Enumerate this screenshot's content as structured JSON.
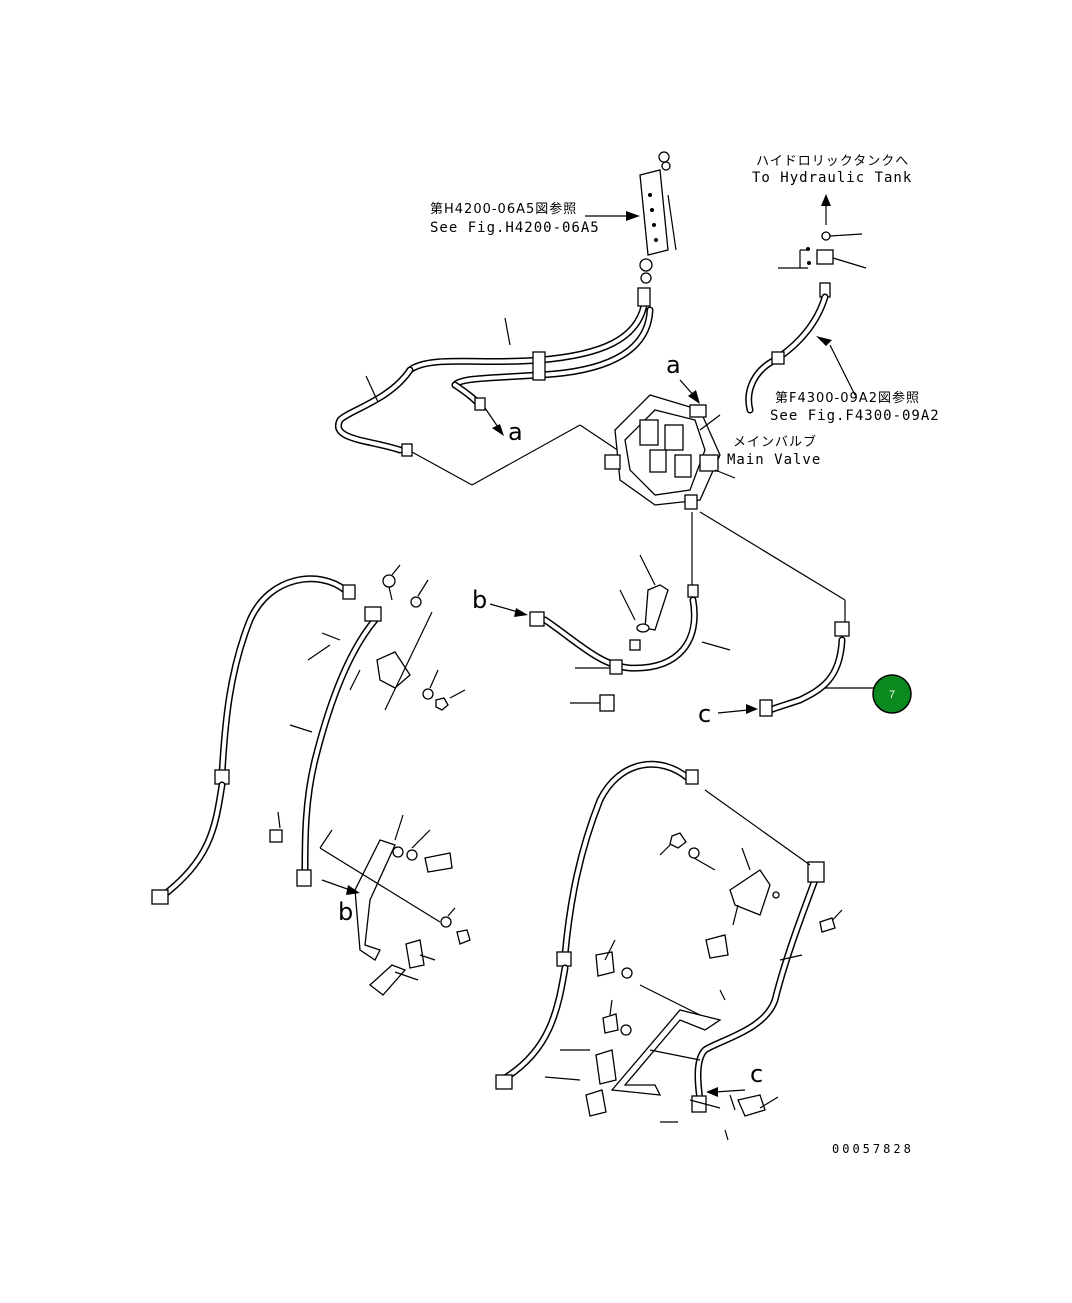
{
  "labels": {
    "tank_jp": "ハイドロリックタンクへ",
    "tank_en": "To Hydraulic Tank",
    "ref_h4200_jp": "第H4200-06A5図参照",
    "ref_h4200_en": "See Fig.H4200-06A5",
    "ref_f4300_jp": "第F4300-09A2図参照",
    "ref_f4300_en": "See Fig.F4300-09A2",
    "main_valve_jp": "メインバルブ",
    "main_valve_en": "Main Valve",
    "letter_a1": "a",
    "letter_a2": "a",
    "letter_b1": "b",
    "letter_b2": "b",
    "letter_c1": "c",
    "letter_c2": "c",
    "drawing_number": "00057828"
  },
  "callouts": [
    {
      "id": "7",
      "label": "7",
      "color": "#0a8a1e"
    }
  ]
}
